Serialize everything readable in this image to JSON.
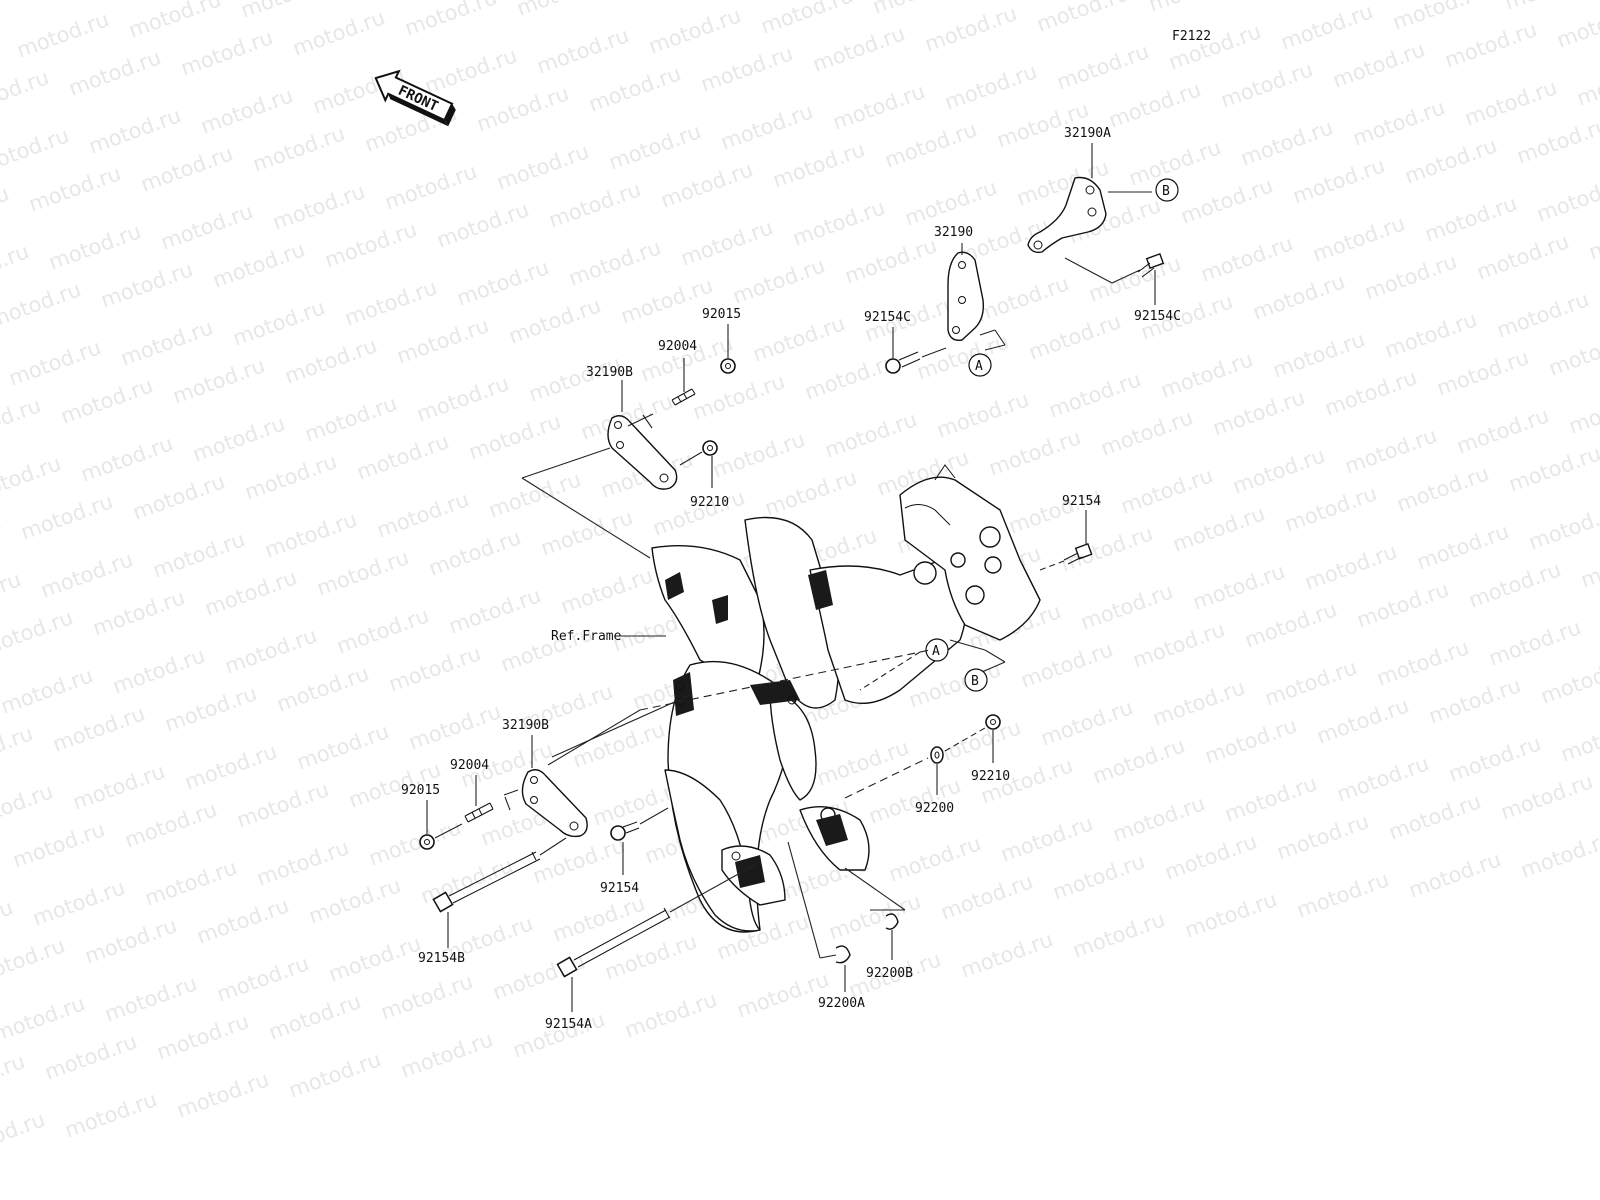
{
  "diagram": {
    "code": "F2122",
    "front_arrow": "FRONT",
    "ref_frame": "Ref.Frame",
    "watermark": "motod.ru",
    "parts": {
      "p32190A": "32190A",
      "p32190": "32190",
      "p92154C_a": "92154C",
      "p92154C_b": "92154C",
      "p92015_top": "92015",
      "p92004_top": "92004",
      "p32190B_top": "32190B",
      "p92210_top": "92210",
      "p92154_right": "92154",
      "p32190B_bot": "32190B",
      "p92004_bot": "92004",
      "p92015_bot": "92015",
      "p92154_mid": "92154",
      "p92154B": "92154B",
      "p92154A": "92154A",
      "p92200": "92200",
      "p92210_right": "92210",
      "p92200B": "92200B",
      "p92200A": "92200A"
    },
    "callouts": {
      "A1": "A",
      "B1": "B",
      "A2": "A",
      "B2": "B"
    }
  }
}
